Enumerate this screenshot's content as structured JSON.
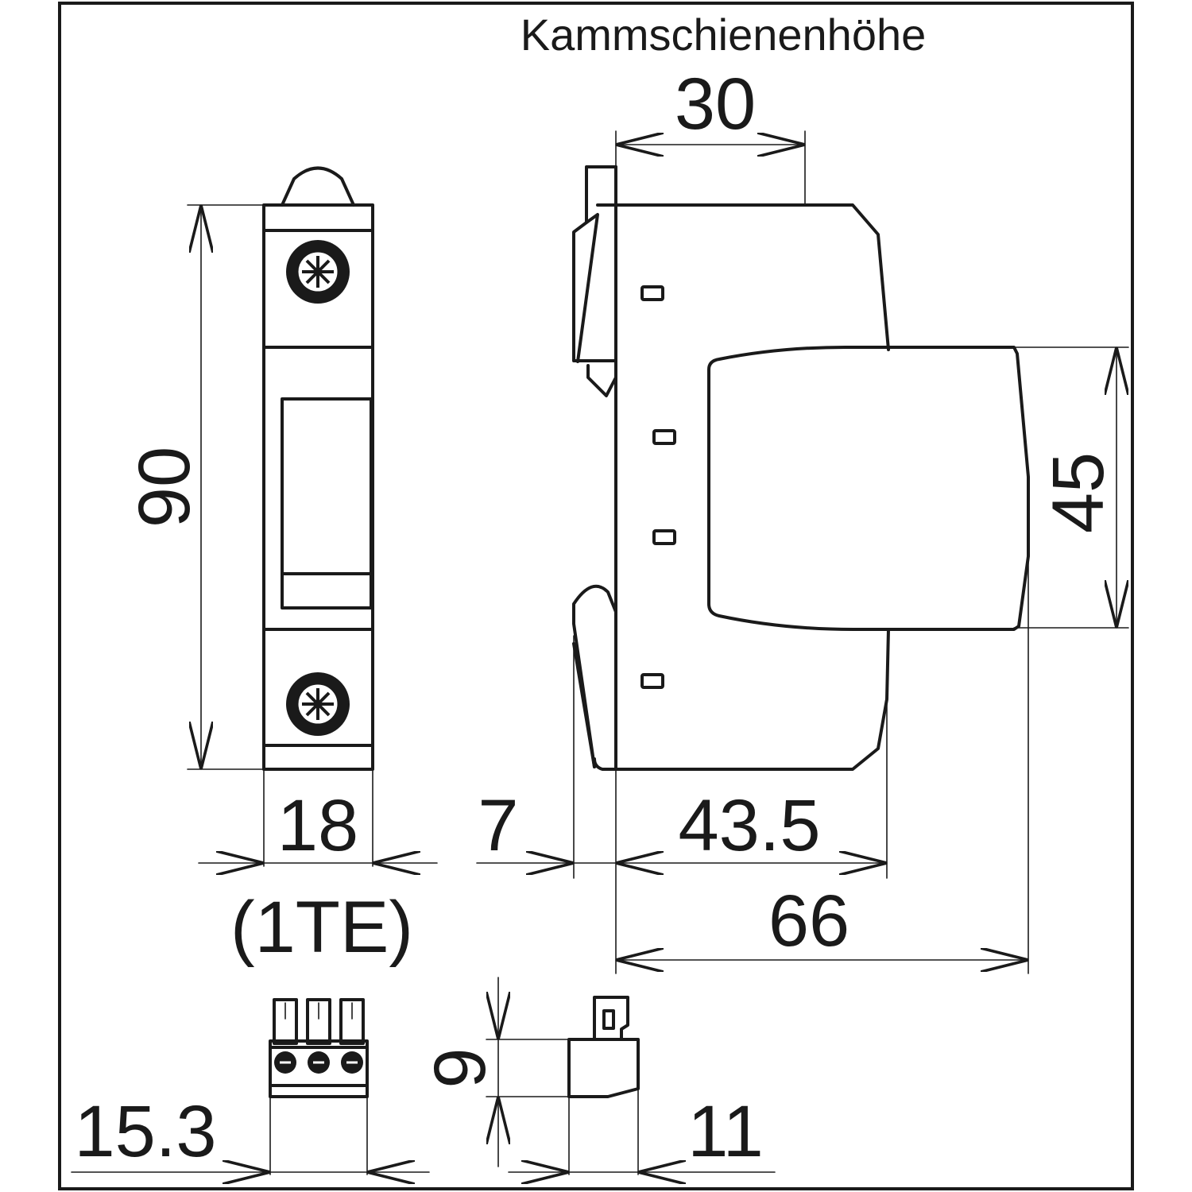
{
  "labels": {
    "comb_rail_height": "Kammschienenhöhe",
    "dim_30": "30",
    "dim_90": "90",
    "dim_45": "45",
    "dim_18": "18",
    "dim_1te": "(1TE)",
    "dim_7": "7",
    "dim_43_5": "43.5",
    "dim_66": "66",
    "dim_15_3": "15.3",
    "dim_9": "9",
    "dim_11": "11"
  }
}
